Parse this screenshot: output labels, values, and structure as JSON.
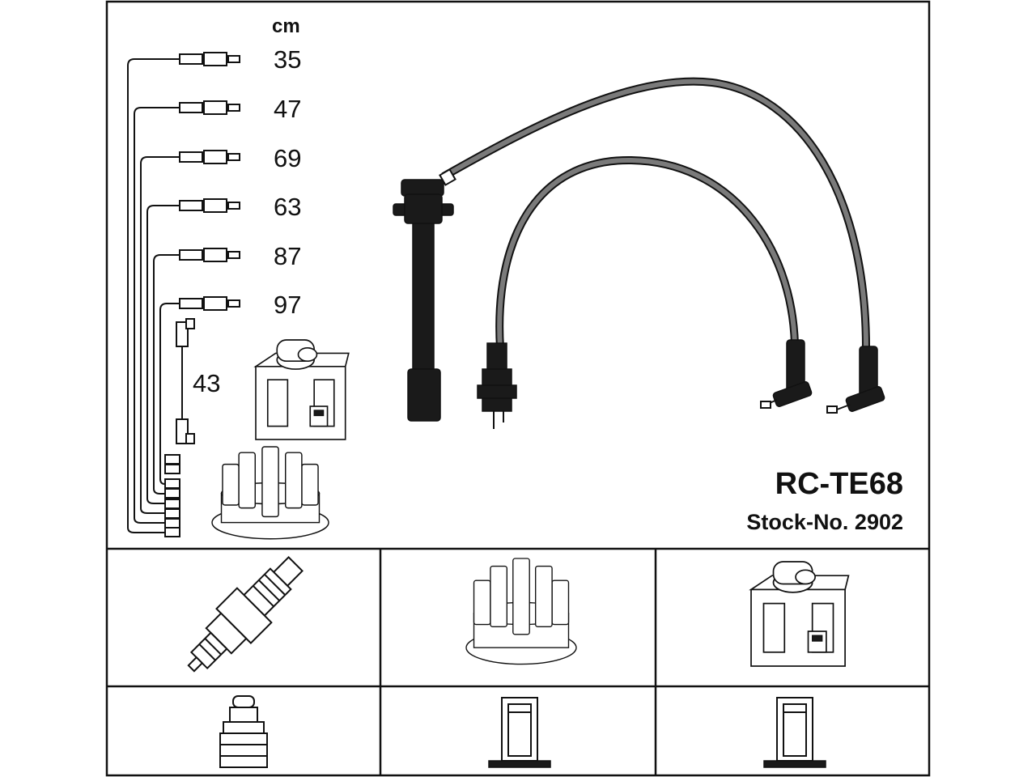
{
  "header": {
    "unit": "cm",
    "part_code": "RC-TE68",
    "stock_number": "Stock-No. 2902"
  },
  "leads": [
    {
      "length": "35"
    },
    {
      "length": "47"
    },
    {
      "length": "69"
    },
    {
      "length": "63"
    },
    {
      "length": "87"
    },
    {
      "length": "97"
    }
  ],
  "coil_lead": {
    "length": "43"
  },
  "colors": {
    "line": "#111111",
    "cable": "#7a7a7a",
    "boot": "#1a1a1a",
    "background": "#ffffff"
  },
  "icons": {
    "cells": [
      "spark-plug-icon",
      "distributor-cap-icon",
      "ignition-coil-icon",
      "plug-terminal-icon",
      "cap-terminal-icon",
      "coil-terminal-icon"
    ]
  }
}
